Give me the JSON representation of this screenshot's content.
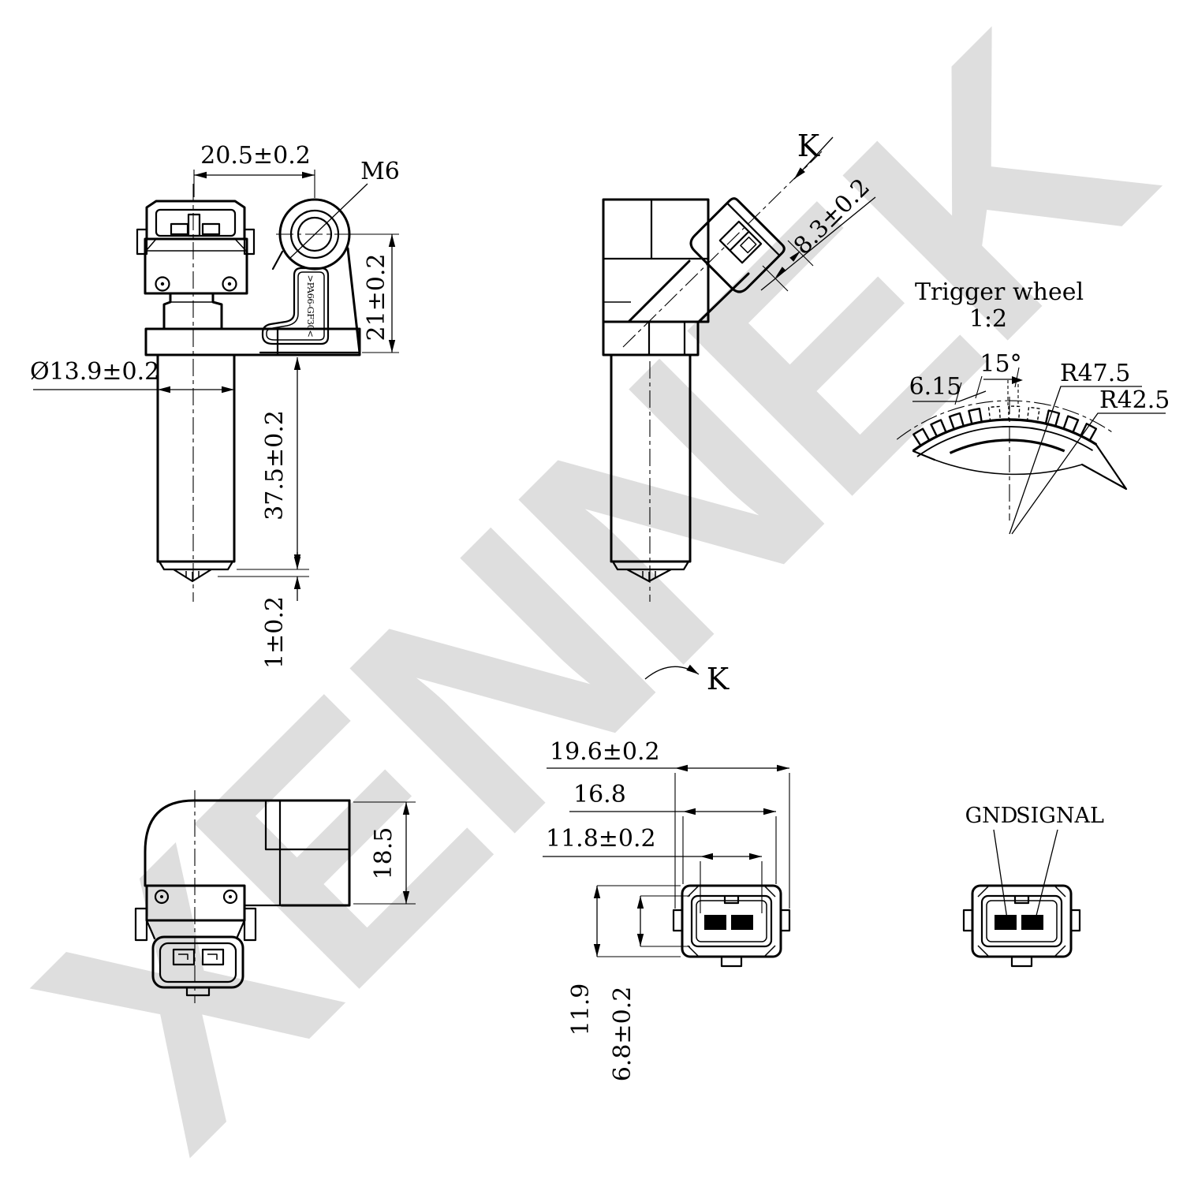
{
  "watermark": "XENNEK",
  "drawing": {
    "front_view": {
      "width_dim": "20.5±0.2",
      "thread_label": "M6",
      "height_dim": "21±0.2",
      "diameter_dim": "Ø13.9±0.2",
      "barrel_length_dim": "37.5±0.2",
      "tip_dim": "1±0.2",
      "material_marking": ">PA66-GF30<"
    },
    "side_view": {
      "view_label": "K",
      "depth_dim": "8.3±0.2",
      "rotation_label": "K"
    },
    "trigger_wheel": {
      "title": "Trigger wheel",
      "scale": "1:2",
      "tooth_width_dim": "6.15",
      "pitch_angle_dim": "15°",
      "outer_radius_dim": "R47.5",
      "inner_radius_dim": "R42.5"
    },
    "bottom_view": {
      "height_dim": "18.5"
    },
    "connector_view": {
      "overall_width_dim": "19.6±0.2",
      "body_width_dim": "16.8",
      "pin_span_dim": "11.8±0.2",
      "height_dim": "11.9",
      "opening_height_dim": "6.8±0.2"
    },
    "pinout": {
      "pin1_label": "GND",
      "pin2_label": "SIGNAL"
    }
  }
}
